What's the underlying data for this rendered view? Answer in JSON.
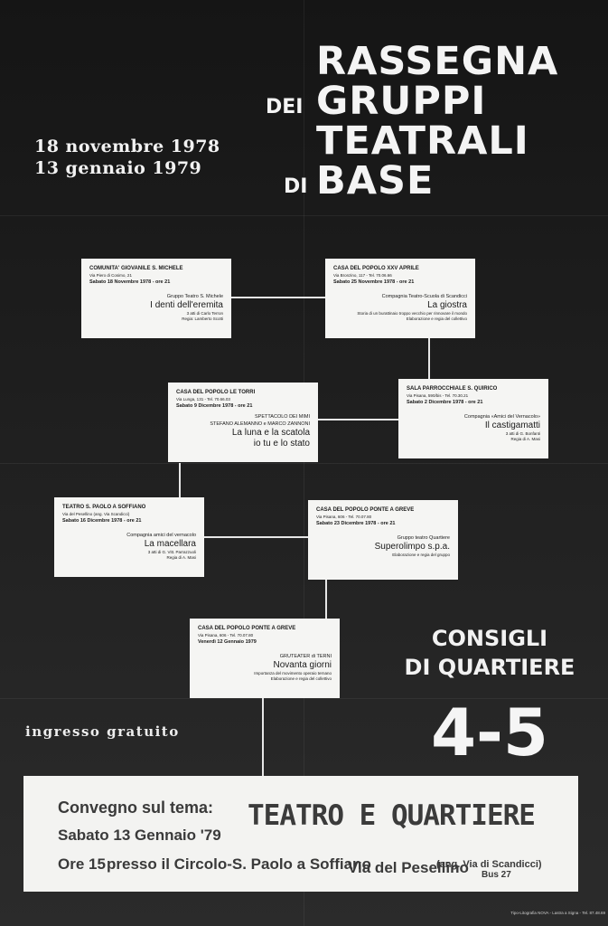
{
  "title": {
    "line1": "RASSEGNA",
    "line2_prefix": "DEI",
    "line2": "GRUPPI",
    "line3": "TEATRALI",
    "line4_prefix": "DI",
    "line4": "BASE"
  },
  "dates": [
    "18 novembre 1978",
    "13 gennaio 1979"
  ],
  "events": [
    {
      "venue": "COMUNITA' GIOVANILE S. MICHELE",
      "address": "Via Piero di Cosimo, 21",
      "when": "Sabato 18 Novembre 1978 - ore 21",
      "company": "Gruppo Teatro S. Michele",
      "play": "I denti dell'eremita",
      "credits": [
        "3 atti di Carlo Terron",
        "Regia: Lamberto Scotti"
      ]
    },
    {
      "venue": "CASA DEL POPOLO XXV APRILE",
      "address": "Via Bronzino, 117 - Tel. 70.06.66",
      "when": "Sabato 25 Novembre 1978 - ore 21",
      "company": "Compagnia Teatro-Scuola di Scandicci",
      "play": "La giostra",
      "credits": [
        "Storia di un burattinaio troppo vecchio per rinnovare il mondo",
        "Elaborazione e regia del collettivo"
      ]
    },
    {
      "venue": "SALA PARROCCHIALE S. QUIRICO",
      "address": "Via Pisana, 590/bis - Tel. 70.30.21",
      "when": "Sabato 2 Dicembre 1978 - ore 21",
      "company": "Compagnia «Amici del Vernacolo»",
      "play": "Il castigamatti",
      "credits": [
        "3 atti di G. Bonfanti",
        "Regia di A. Masi"
      ]
    },
    {
      "venue": "CASA DEL POPOLO LE TORRI",
      "address": "Via Lunga, 131 - Tel. 70.66.03",
      "when": "Sabato 9 Dicembre 1978 - ore 21",
      "company": "SPETTACOLO DEI MIMI",
      "company2": "STEFANO ALEMANNO e MARCO ZANNONI",
      "play": "La luna e la scatola",
      "play2": "io tu e lo stato",
      "credits": []
    },
    {
      "venue": "TEATRO S. PAOLO A SOFFIANO",
      "address": "Via del Pesellino (ang. Via Scandicci)",
      "when": "Sabato 16 Dicembre 1978 - ore 21",
      "company": "Compagnia amici del vernacolo",
      "play": "La macellara",
      "credits": [
        "3 atti di G. Vitt. Parrazzuoli",
        "Regia di A. Masi"
      ]
    },
    {
      "venue": "CASA DEL POPOLO PONTE A GREVE",
      "address": "Via Pisana, 606 - Tel. 70.07.80",
      "when": "Sabato 23 Dicembre 1978 - ore 21",
      "company": "Gruppo teatro Quartiere",
      "play": "Superolimpo s.p.a.",
      "credits": [
        "Elaborazione e regia del gruppo"
      ]
    },
    {
      "venue": "CASA DEL POPOLO PONTE A GREVE",
      "address": "Via Pisana, 606 - Tel. 70.07.80",
      "when": "Venerdì 12 Gennaio 1979",
      "company": "GRUTEATER di TERNI",
      "play": "Novanta giorni",
      "credits": [
        "Importanza del movimento operaio ternano",
        "Elaborazione e regia del collettivo"
      ]
    }
  ],
  "consigli": {
    "line1": "CONSIGLI",
    "line2": "DI QUARTIERE"
  },
  "big_number": "4-5",
  "ingresso": "ingresso gratuito",
  "banner": {
    "line1": "Convegno sul tema:",
    "line2": "Sabato 13 Gennaio '79",
    "headline": "TEATRO E QUARTIERE",
    "line3": "Ore 15",
    "line3b": "presso il Circolo-S. Paolo a Soffiano",
    "line3c": "Via del Pesellino",
    "line3d": "(ang. Via di Scandicci)",
    "line3e": "Bus 27"
  },
  "printer": "Tipo-Litografia NOVA - Lastra a Signa - Tel. 87.48.69"
}
